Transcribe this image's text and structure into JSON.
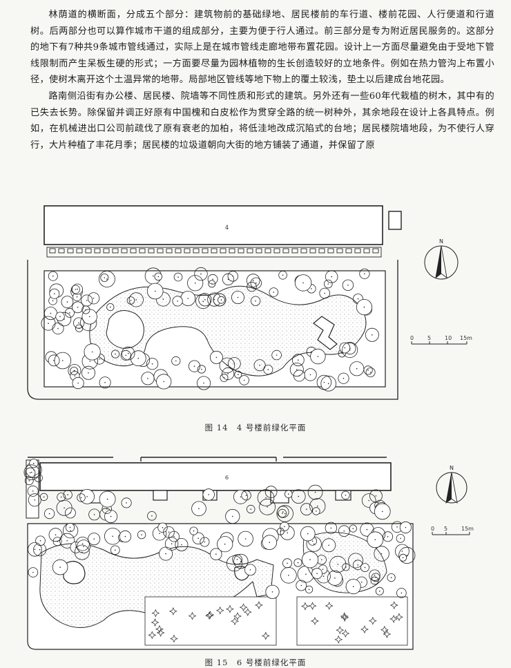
{
  "text": {
    "paragraph_1": "林荫道的横断面，分成五个部分：建筑物前的基础绿地、居民楼前的车行道、楼前花园、人行便道和行道树。后两部分也可以算作城市干道的组成部分，主要为便于行人通过。前三部分是专为附近居民服务的。这部分的地下有7种共9条城市管线通过，实际上是在城市管线走廊地带布置花园。设计上一方面尽量避免由于受地下管线限制而产生呆板生硬的形式；一方面要尽量为园林植物的生长创造较好的立地条件。例如在热力管沟上布置小径，使树木离开这个土温异常的地带。局部地区管线等地下物上的覆土较浅，垫土以后建成台地花园。",
    "paragraph_2": "路南侧沿街有办公楼、居民楼、院墙等不同性质和形式的建筑。另外还有一些60年代栽植的树木，其中有的已失去长势。除保留并调正好原有中国槐和白皮松作为贯穿全路的统一树种外，其余地段在设计上各具特点。例如，在机械进出口公司前疏伐了原有衰老的加柏，将低洼地改成沉陷式的台地；居民楼院墙地段，为不使行人穿行，大片种植了丰花月季；居民楼的垃圾道朝向大街的地方铺装了通道，并保留了原"
  },
  "figure_14": {
    "caption": "图 14　4 号楼前绿化平面",
    "building_label": "4",
    "north_label": "N",
    "scale_labels": [
      "0",
      "5",
      "10",
      "15m"
    ]
  },
  "figure_15": {
    "caption": "图 15　6 号楼前绿化平面",
    "building_label": "6",
    "north_label": "N",
    "scale_labels": [
      "0",
      "5",
      "15m"
    ]
  }
}
